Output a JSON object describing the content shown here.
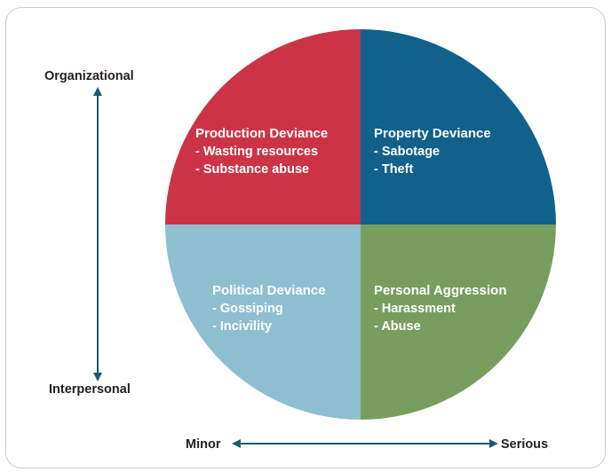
{
  "axes": {
    "vertical": {
      "top_label": "Organizational",
      "bottom_label": "Interpersonal"
    },
    "horizontal": {
      "left_label": "Minor",
      "right_label": "Serious"
    },
    "arrow_color": "#1d5a6e"
  },
  "quadrants": [
    {
      "position": "top-left",
      "title": "Production Deviance",
      "items": [
        "- Wasting resources",
        "- Substance abuse"
      ],
      "color": "#cc3446"
    },
    {
      "position": "top-right",
      "title": "Property Deviance",
      "items": [
        "- Sabotage",
        "- Theft"
      ],
      "color": "#11618b"
    },
    {
      "position": "bottom-left",
      "title": "Political Deviance",
      "items": [
        "- Gossiping",
        "- Incivility"
      ],
      "color": "#8dbfd1"
    },
    {
      "position": "bottom-right",
      "title": "Personal Aggression",
      "items": [
        "- Harassment",
        "- Abuse"
      ],
      "color": "#789e5f"
    }
  ]
}
